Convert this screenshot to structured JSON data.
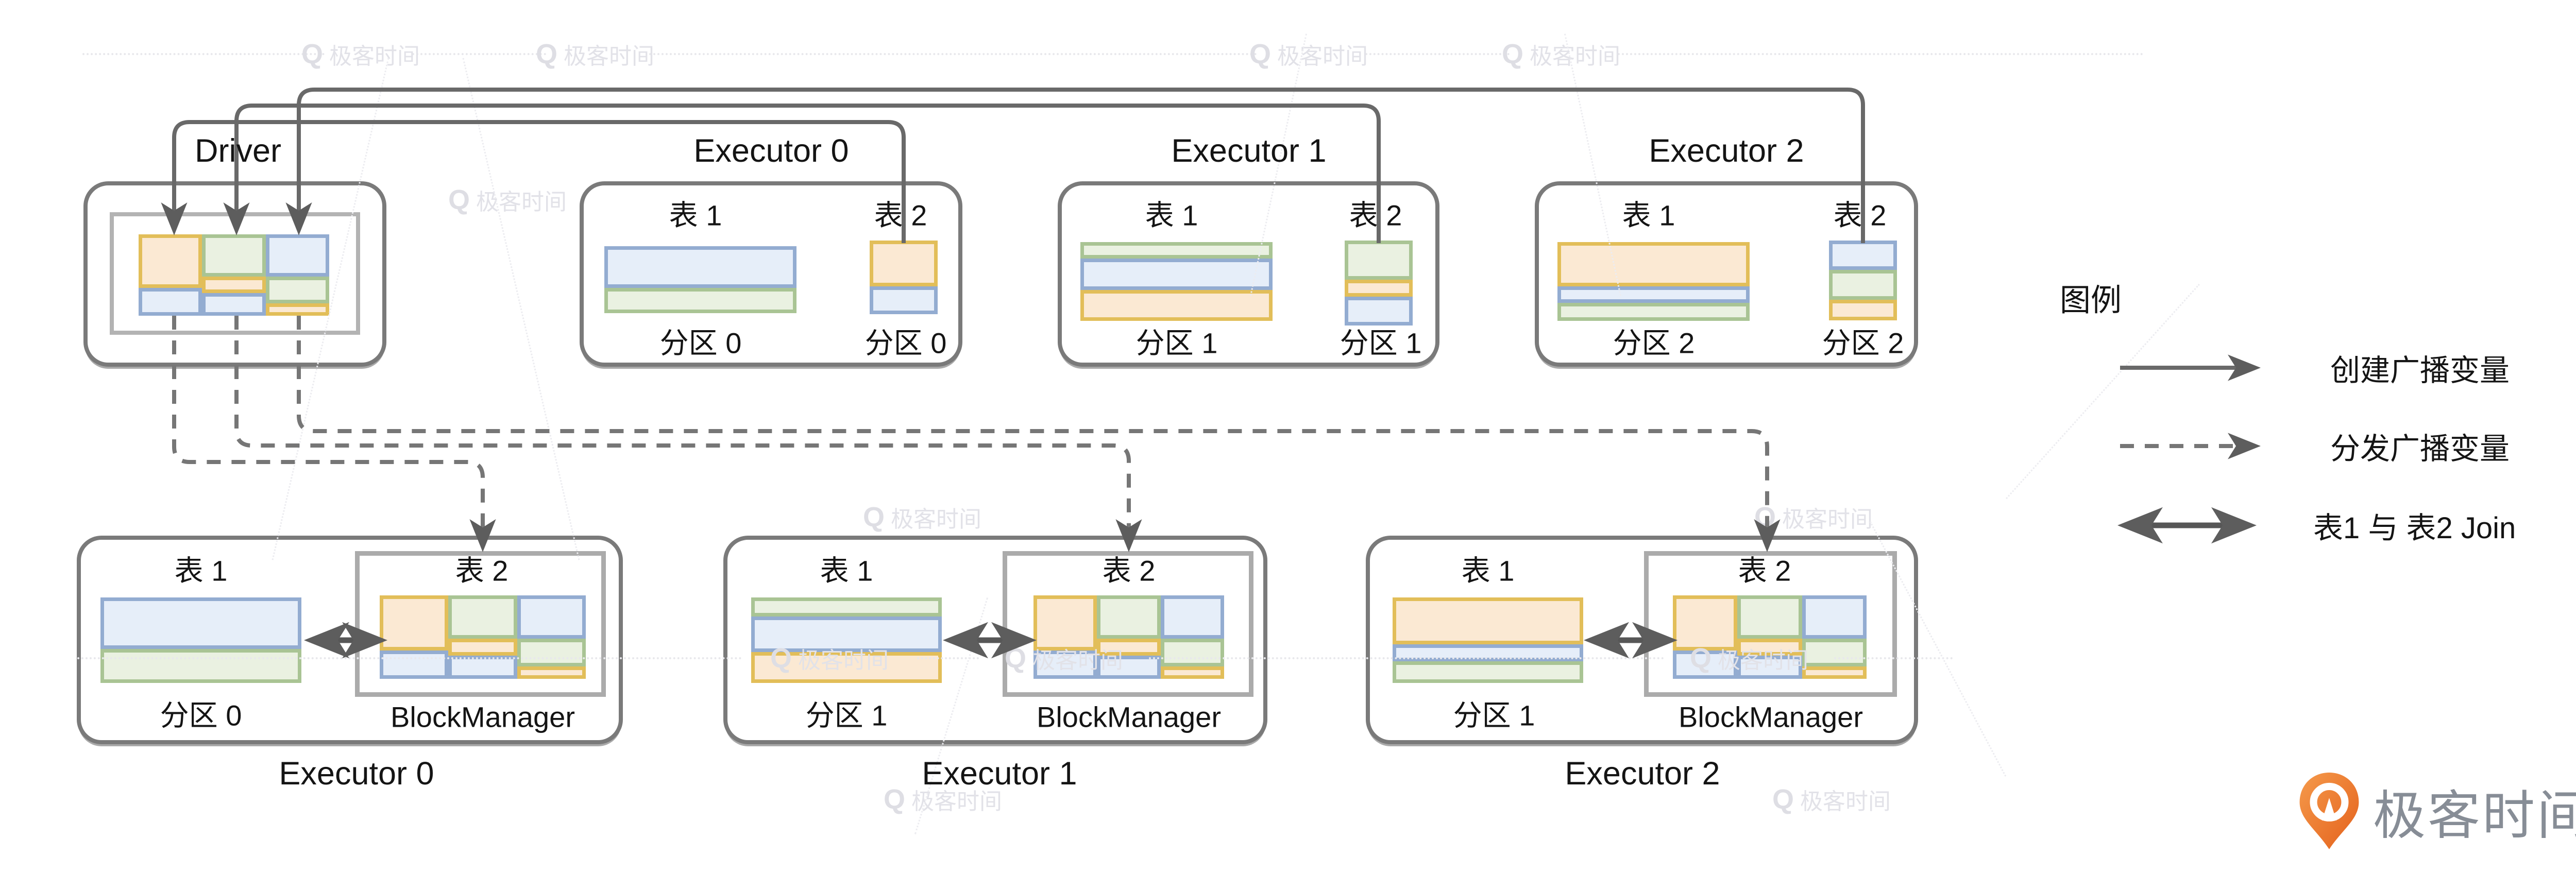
{
  "colors": {
    "orange_fill": "#FBE9D3",
    "orange_border": "#E2BE59",
    "green_fill": "#EAF1E1",
    "green_border": "#A9C494",
    "blue_fill": "#E6EEF9",
    "blue_border": "#93ACD1",
    "node_border": "#7a7a7a",
    "inner_rect_border": "#b3b3b3",
    "arrow": "#696969",
    "logo_orange": "#ED6A1F"
  },
  "top_row": {
    "driver": {
      "label": "Driver"
    },
    "executors": [
      {
        "label": "Executor 0",
        "table1_label": "表 1",
        "table2_label": "表 2",
        "table1_partition": "分区 0",
        "table2_partition": "分区 0",
        "table1_rows": [
          {
            "c": "blue",
            "h": 62
          },
          {
            "c": "green",
            "h": 38
          }
        ],
        "table2_rows": [
          {
            "c": "orange",
            "h": 62
          },
          {
            "c": "blue",
            "h": 38
          }
        ]
      },
      {
        "label": "Executor 1",
        "table1_label": "表 1",
        "table2_label": "表 2",
        "table1_partition": "分区 1",
        "table2_partition": "分区 1",
        "table1_rows": [
          {
            "c": "green",
            "h": 21
          },
          {
            "c": "blue",
            "h": 40
          },
          {
            "c": "orange",
            "h": 39
          }
        ],
        "table2_rows": [
          {
            "c": "green",
            "h": 46
          },
          {
            "c": "orange",
            "h": 20
          },
          {
            "c": "blue",
            "h": 34
          }
        ]
      },
      {
        "label": "Executor 2",
        "table1_label": "表 1",
        "table2_label": "表 2",
        "table1_partition": "分区 2",
        "table2_partition": "分区 2",
        "table1_rows": [
          {
            "c": "orange",
            "h": 56
          },
          {
            "c": "blue",
            "h": 21
          },
          {
            "c": "green",
            "h": 23
          }
        ],
        "table2_rows": [
          {
            "c": "blue",
            "h": 37
          },
          {
            "c": "green",
            "h": 37
          },
          {
            "c": "orange",
            "h": 26
          }
        ]
      }
    ]
  },
  "mosaic": {
    "columns": [
      [
        {
          "c": "orange",
          "h": 66
        },
        {
          "c": "blue",
          "h": 34
        }
      ],
      [
        {
          "c": "green",
          "h": 52
        },
        {
          "c": "orange",
          "h": 20
        },
        {
          "c": "blue",
          "h": 28
        }
      ],
      [
        {
          "c": "blue",
          "h": 52
        },
        {
          "c": "green",
          "h": 33
        },
        {
          "c": "orange",
          "h": 15
        }
      ]
    ]
  },
  "bottom_row": {
    "executors": [
      {
        "label": "Executor 0",
        "table1_label": "表 1",
        "partition": "分区 0",
        "table2_label": "表 2",
        "blockmanager_label": "BlockManager",
        "table1_rows": [
          {
            "c": "blue",
            "h": 60
          },
          {
            "c": "green",
            "h": 40
          }
        ]
      },
      {
        "label": "Executor 1",
        "table1_label": "表 1",
        "partition": "分区 1",
        "table2_label": "表 2",
        "blockmanager_label": "BlockManager",
        "table1_rows": [
          {
            "c": "green",
            "h": 22
          },
          {
            "c": "blue",
            "h": 42
          },
          {
            "c": "orange",
            "h": 36
          }
        ]
      },
      {
        "label": "Executor 2",
        "table1_label": "表 1",
        "partition": "分区 1",
        "table2_label": "表 2",
        "blockmanager_label": "BlockManager",
        "table1_rows": [
          {
            "c": "orange",
            "h": 55
          },
          {
            "c": "blue",
            "h": 20
          },
          {
            "c": "green",
            "h": 25
          }
        ]
      }
    ]
  },
  "legend": {
    "title": "图例",
    "items": [
      {
        "style": "solid",
        "label": "创建广播变量"
      },
      {
        "style": "dashed",
        "label": "分发广播变量"
      },
      {
        "style": "double",
        "label": "表1 与 表2 Join"
      }
    ]
  },
  "watermark": {
    "glyph": "Q",
    "text": "极客时间"
  },
  "logo": {
    "text": "极客时间"
  }
}
